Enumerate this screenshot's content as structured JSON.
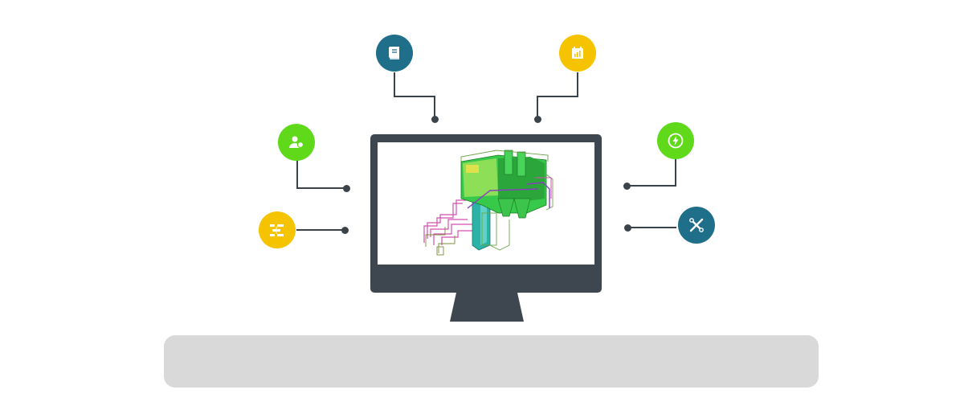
{
  "colors": {
    "teal": "#1f6f8b",
    "yellow": "#f6c300",
    "green": "#5fd91a",
    "line": "#3a424a",
    "monitor": "#3e464f",
    "bar": "#d9d9d9"
  },
  "nodes": [
    {
      "id": "top-left",
      "icon": "book-icon",
      "color": "teal"
    },
    {
      "id": "top-right",
      "icon": "calendar-chart-icon",
      "color": "yellow"
    },
    {
      "id": "left-upper",
      "icon": "users-icon",
      "color": "green"
    },
    {
      "id": "left-lower",
      "icon": "flowchart-icon",
      "color": "yellow"
    },
    {
      "id": "right-upper",
      "icon": "lightning-icon",
      "color": "green"
    },
    {
      "id": "right-lower",
      "icon": "tools-icon",
      "color": "teal"
    }
  ],
  "screen": {
    "content": "3d-plant-model-illustration"
  }
}
